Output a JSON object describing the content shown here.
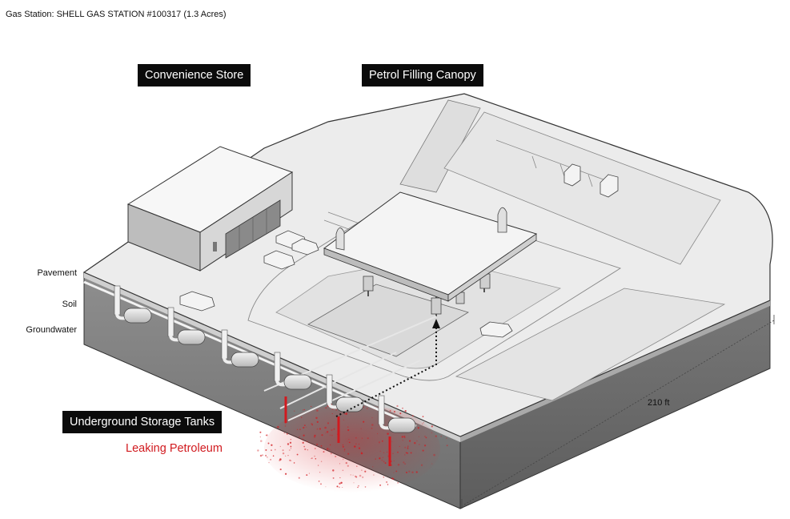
{
  "title": "Gas Station: SHELL GAS STATION #100317 (1.3 Acres)",
  "labels": {
    "convenience_store": "Convenience Store",
    "canopy": "Petrol Filling Canopy",
    "tanks": "Underground Storage Tanks",
    "leak": "Leaking Petroleum"
  },
  "layers": [
    "Pavement",
    "Soil",
    "Groundwater"
  ],
  "dimension": "210 ft",
  "colors": {
    "leak": "#d11a1f",
    "label_bg": "#0b0b0b",
    "ground_fill": "#7a7a7a",
    "surface_fill": "#e9e9e9"
  }
}
